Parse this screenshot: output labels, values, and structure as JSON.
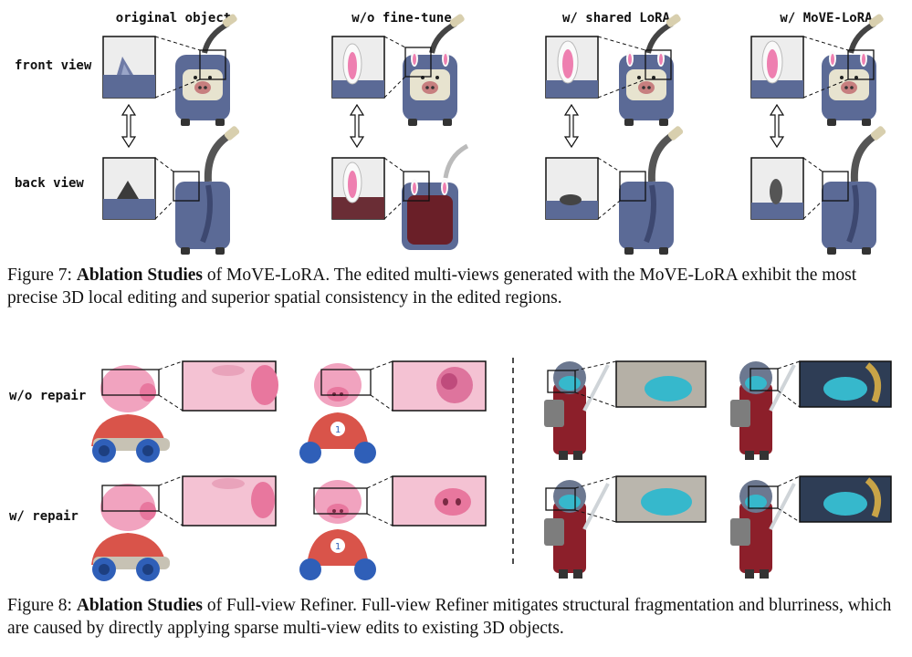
{
  "fig7": {
    "columns": [
      "original object",
      "w/o fine-tune",
      "w/ shared LoRA",
      "w/ MoVE-LoRA"
    ],
    "rows": [
      "front view",
      "back view"
    ],
    "caption_prefix": "Figure 7: ",
    "caption_bold": "Ablation Studies",
    "caption_rest": " of MoVE-LoRA. The edited multi-views generated with the MoVE-LoRA exhibit the most precise 3D local editing and superior spatial consistency in the edited regions."
  },
  "fig8": {
    "rows": [
      "w/o repair",
      "w/ repair"
    ],
    "caption_prefix": "Figure 8: ",
    "caption_bold": "Ablation Studies",
    "caption_rest": " of Full-view Refiner. Full-view Refiner mitigates structural fragmentation and blurriness, which are caused by directly applying sparse multi-view edits to existing 3D objects."
  },
  "colors": {
    "bag_body": "#5b6a96",
    "bag_dark": "#3d4870",
    "ear_pink": "#ee7fb0",
    "pig_pink": "#f1a3bf",
    "car_red": "#d9544a",
    "wheel_blue": "#2f5fb8",
    "mask_cyan": "#36b8cc",
    "cape_red": "#8c1f2a"
  }
}
